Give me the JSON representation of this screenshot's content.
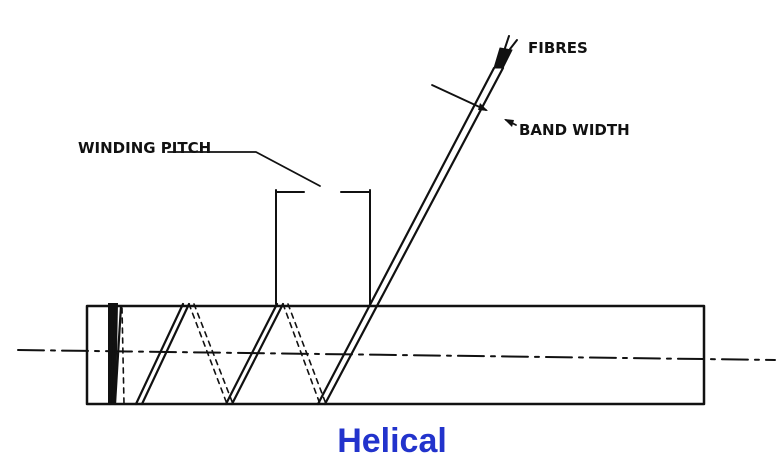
{
  "labels": {
    "fibres": "FIBRES",
    "band_width": "BAND WIDTH",
    "winding_pitch": "WINDING PITCH"
  },
  "caption": "Helical",
  "colors": {
    "line": "#111111",
    "caption": "#2233cc",
    "background": "#ffffff"
  }
}
